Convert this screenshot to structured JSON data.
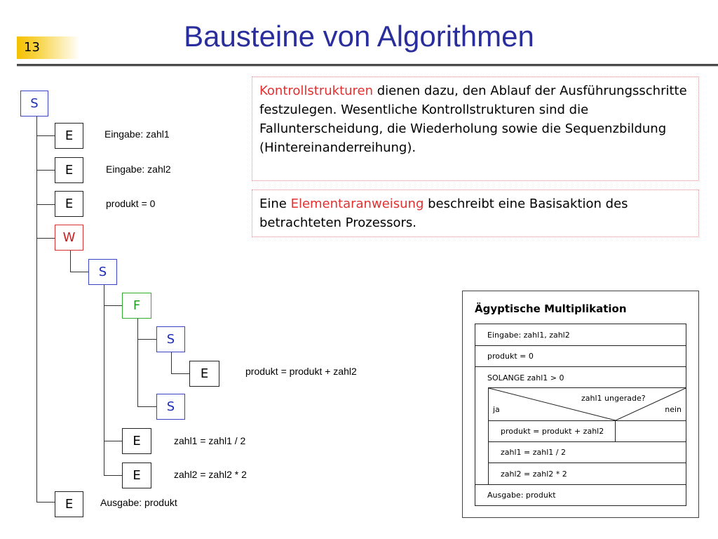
{
  "slide": {
    "number": "13",
    "title": "Bausteine von Algorithmen"
  },
  "tree": {
    "nodes": {
      "s1": "S",
      "e1": "E",
      "e2": "E",
      "e3": "E",
      "w1": "W",
      "s2": "S",
      "f1": "F",
      "s3": "S",
      "e4": "E",
      "s4": "S",
      "e5": "E",
      "e6": "E",
      "e7": "E"
    },
    "labels": {
      "e1": "Eingabe: zahl1",
      "e2": "Eingabe: zahl2",
      "e3": "produkt = 0",
      "e4": "produkt = produkt +  zahl2",
      "e5": "zahl1 = zahl1 / 2",
      "e6": "zahl2 = zahl2 * 2",
      "e7": "Ausgabe: produkt"
    },
    "colors": {
      "S": "#1d2bb6",
      "W": "#d01b1b",
      "F": "#1f9e1f",
      "E": "#000000"
    }
  },
  "info": {
    "box1": {
      "highlight": "Kontrollstrukturen",
      "text": " dienen dazu, den Ablauf der Ausführungsschritte festzulegen. Wesentliche Kontrollstrukturen sind die Fallunterscheidung, die Wiederholung sowie die Sequenzbildung (Hintereinanderreihung)."
    },
    "box2": {
      "prefix": "Eine ",
      "highlight": "Elementaranweisung",
      "text": " beschreibt eine Basisaktion des betrachteten Prozessors."
    },
    "highlight_color": "#e03030"
  },
  "nsd": {
    "title": "Ägyptische Multiplikation",
    "input": "Eingabe: zahl1, zahl2",
    "init": "produkt = 0",
    "loop": "SOLANGE zahl1 > 0",
    "condition": "zahl1 ungerade?",
    "yes": "ja",
    "no": "nein",
    "then": "produkt = produkt + zahl2",
    "step1": "zahl1 = zahl1 / 2",
    "step2": "zahl2 = zahl2 * 2",
    "output": "Ausgabe: produkt"
  }
}
